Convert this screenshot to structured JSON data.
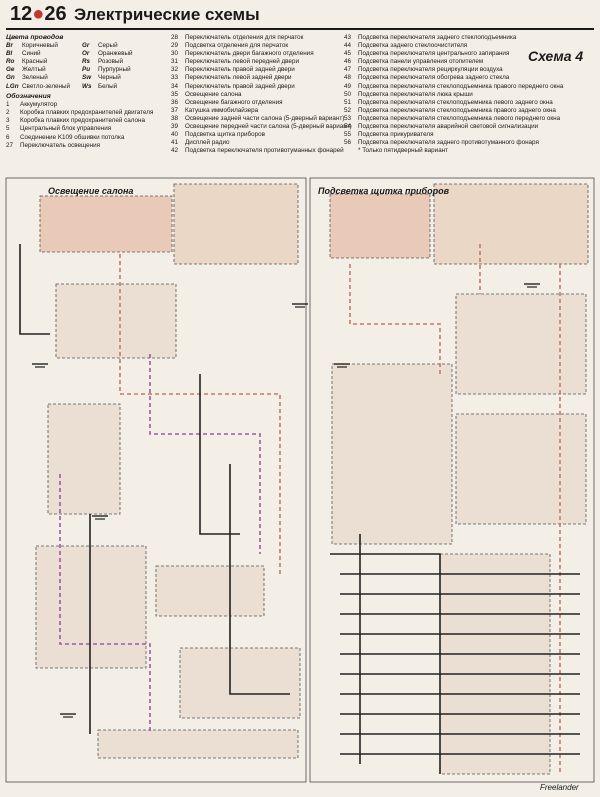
{
  "header": {
    "page_chapter": "12",
    "page_num": "26",
    "section_title": "Электрические схемы",
    "scheme_label": "Схема 4"
  },
  "wire_colors": {
    "title": "Цвета проводов",
    "items": [
      {
        "code": "Br",
        "name": "Коричневый"
      },
      {
        "code": "Bl",
        "name": "Синий"
      },
      {
        "code": "Ro",
        "name": "Красный"
      },
      {
        "code": "Ge",
        "name": "Желтый"
      },
      {
        "code": "Gn",
        "name": "Зеленый"
      },
      {
        "code": "LGn",
        "name": "Светло-зеленый"
      },
      {
        "code": "Gr",
        "name": "Серый"
      },
      {
        "code": "Or",
        "name": "Оранжевый"
      },
      {
        "code": "Rs",
        "name": "Розовый"
      },
      {
        "code": "Pu",
        "name": "Пурпурный"
      },
      {
        "code": "Sw",
        "name": "Черный"
      },
      {
        "code": "Ws",
        "name": "Белый"
      }
    ]
  },
  "legend": {
    "title": "Обозначения",
    "col1": [
      {
        "n": "1",
        "t": "Аккумулятор"
      },
      {
        "n": "2",
        "t": "Коробка плавких предохранителей двигателя"
      },
      {
        "n": "3",
        "t": "Коробка плавких предохранителей салона"
      },
      {
        "n": "5",
        "t": "Центральный блок управления"
      },
      {
        "n": "6",
        "t": "Соединение K109 обшивки потолка"
      },
      {
        "n": "27",
        "t": "Переключатель освещения"
      }
    ],
    "col2": [
      {
        "n": "28",
        "t": "Переключатель отделения для перчаток"
      },
      {
        "n": "29",
        "t": "Подсветка отделения для перчаток"
      },
      {
        "n": "30",
        "t": "Переключатель двери багажного отделения"
      },
      {
        "n": "31",
        "t": "Переключатель левой передней двери"
      },
      {
        "n": "32",
        "t": "Переключатель правой задней двери"
      },
      {
        "n": "33",
        "t": "Переключатель левой задней двери"
      },
      {
        "n": "34",
        "t": "Переключатель правой задней двери"
      },
      {
        "n": "35",
        "t": "Освещение салона"
      },
      {
        "n": "36",
        "t": "Освещение багажного отделения"
      },
      {
        "n": "37",
        "t": "Катушка иммобилайзера"
      },
      {
        "n": "38",
        "t": "Освещение задней части салона (5-дверный вариант)"
      },
      {
        "n": "39",
        "t": "Освещение передней части салона (5-дверный вариант)"
      },
      {
        "n": "40",
        "t": "Подсветка щитка приборов"
      },
      {
        "n": "41",
        "t": "Дисплей радио"
      },
      {
        "n": "42",
        "t": "Подсветка переключателя противотуманных фонарей"
      }
    ],
    "col3": [
      {
        "n": "43",
        "t": "Подсветка переключателя заднего стеклоподъемника"
      },
      {
        "n": "44",
        "t": "Подсветка заднего стеклоочистителя"
      },
      {
        "n": "45",
        "t": "Подсветка переключателя центрального запирания"
      },
      {
        "n": "46",
        "t": "Подсветка панели управления отопителем"
      },
      {
        "n": "47",
        "t": "Подсветка переключателя рециркуляции воздуха"
      },
      {
        "n": "48",
        "t": "Подсветка переключателя обогрева заднего стекла"
      },
      {
        "n": "49",
        "t": "Подсветка переключателя стеклоподъемника правого переднего окна"
      },
      {
        "n": "50",
        "t": "Подсветка переключателя люка крыши"
      },
      {
        "n": "51",
        "t": "Подсветка переключателя стеклоподъемника левого заднего окна"
      },
      {
        "n": "52",
        "t": "Подсветка переключателя стеклоподъемника правого заднего окна"
      },
      {
        "n": "53",
        "t": "Подсветка переключателя стеклоподъемника левого переднего окна"
      },
      {
        "n": "54",
        "t": "Подсветка переключателя аварийной световой сигнализации"
      },
      {
        "n": "55",
        "t": "Подсветка прикуривателя"
      },
      {
        "n": "56",
        "t": "Подсветка переключателя заднего противотуманного фонаря"
      },
      {
        "n": "",
        "t": "* Только пятидверный вариант"
      }
    ]
  },
  "panels": {
    "left_title": "Освещение салона",
    "right_title": "Подсветка щитка приборов"
  },
  "footer": {
    "brand": "Freelander"
  }
}
